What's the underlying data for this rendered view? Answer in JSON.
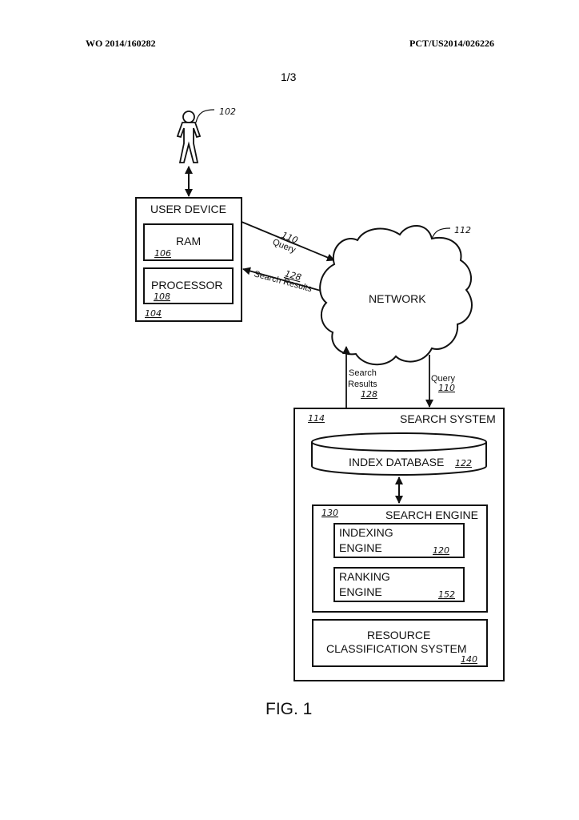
{
  "header": {
    "publication_number": "WO 2014/160282",
    "application_number": "PCT/US2014/026226",
    "sheet": "1/3"
  },
  "figure": {
    "caption": "FIG. 1",
    "user": {
      "ref": "102"
    },
    "user_device": {
      "title": "USER DEVICE",
      "ref": "104",
      "ram": {
        "label": "RAM",
        "ref": "106"
      },
      "processor": {
        "label": "PROCESSOR",
        "ref": "108"
      }
    },
    "network": {
      "label": "NETWORK",
      "ref": "112"
    },
    "flows": {
      "query_top": {
        "ref": "110",
        "label": "Query"
      },
      "results_top": {
        "ref": "128",
        "label": "Search Results"
      },
      "results_vertical": {
        "label_line1": "Search",
        "label_line2": "Results",
        "ref": "128"
      },
      "query_vertical": {
        "label": "Query",
        "ref": "110"
      }
    },
    "search_system": {
      "title": "SEARCH SYSTEM",
      "ref": "114",
      "index_database": {
        "label": "INDEX DATABASE",
        "ref": "122"
      },
      "search_engine": {
        "title": "SEARCH ENGINE",
        "ref": "130",
        "indexing_engine": {
          "line1": "INDEXING",
          "line2": "ENGINE",
          "ref": "120"
        },
        "ranking_engine": {
          "line1": "RANKING",
          "line2": "ENGINE",
          "ref": "152"
        }
      },
      "resource_classification": {
        "line1": "RESOURCE",
        "line2": "CLASSIFICATION SYSTEM",
        "ref": "140"
      }
    }
  }
}
